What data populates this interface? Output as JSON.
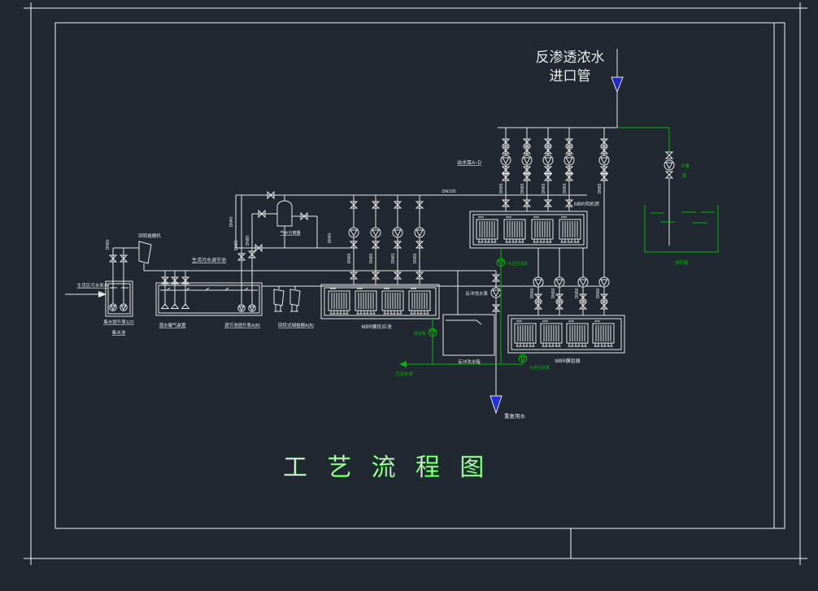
{
  "colors": {
    "background": "#212832",
    "line_white": "#e8e8e8",
    "process_green": "#00b800",
    "arrow_blue": "#2230dd",
    "title_green": "#00bb00"
  },
  "title_block": {
    "title": "工 艺 流 程 图"
  },
  "ro_inlet": {
    "line1": "反渗透浓水",
    "line2": "进口管"
  },
  "dosing": {
    "pump_label_l1": "计量",
    "pump_label_l2": "泵",
    "tank_label": "加药箱"
  },
  "outlet_pumps": {
    "label": "出水泵A~D"
  },
  "boxes": {
    "mbr_top": "MBR风机房",
    "mbr_mid": "MBR膜反应池",
    "mbr_bottom": "MBR膜组器"
  },
  "backwash": {
    "pump_label": "反冲洗水泵",
    "tank_label": "反冲洗水箱"
  },
  "sludge": {
    "return_pump_top": "污泥回流泵",
    "return_pump_bottom": "污泥回流泵",
    "discharge_pump": "排泥泵",
    "discharge_out": "污泥外排"
  },
  "outlet": {
    "reuse_label": "重复用水"
  },
  "pretreatment": {
    "inlet": "生活区污水来水",
    "collection_pumps": "集水提升泵1(2)",
    "collection_tank": "集水池",
    "screen": "回转格栅机",
    "eq_tank": "生活污水调节池",
    "aeration": "潜水曝气装置",
    "eq_pumps": "调节池提升泵A(B)",
    "fine_screen": "回转式细格栅A(B)",
    "separator": "气水分离器"
  },
  "pipes": {
    "dn100": "DN100",
    "dn80": "DN80",
    "dn65": "DN65",
    "dn50": "DN50",
    "dn40": "DN40"
  }
}
